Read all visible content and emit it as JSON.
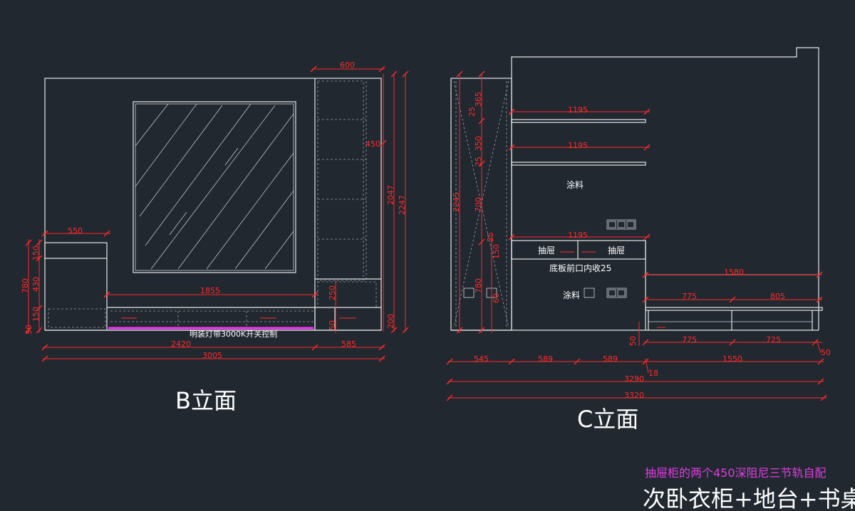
{
  "colors": {
    "background": "#212830",
    "line": "#e6e6e6",
    "dimension": "#ff2a2a",
    "note_magenta": "#e23ce2",
    "led_strip": "#ff33ff"
  },
  "b_elevation": {
    "title": "B立面",
    "led_note": "明装灯带3000K开关控制",
    "dims": {
      "top_600": "600",
      "shelf_450": "450",
      "h_2047": "2047",
      "h_2247": "2247",
      "w_550": "550",
      "v_150": "150",
      "v_430": "430",
      "v_780": "780",
      "v_150b": "150",
      "v_50": "50",
      "w_1855": "1855",
      "v_250": "250",
      "v_200": "200",
      "v_50b": "50",
      "w_2420": "2420",
      "w_585": "585",
      "w_3005": "3005"
    }
  },
  "c_elevation": {
    "title": "C立面",
    "labels": {
      "paint_top": "涂料",
      "drawer_left": "抽屉",
      "drawer_right": "抽屉",
      "bottom_note": "底板前口内收25",
      "paint_low": "涂料"
    },
    "dims": {
      "shelf_1195_a": "1195",
      "shelf_1195_b": "1195",
      "shelf_1195_c": "1195",
      "v_25": "25",
      "v_365": "365",
      "v_350": "350",
      "v_25b": "25",
      "v_2245": "2245",
      "v_700": "700",
      "v_25c": "25",
      "v_150": "150",
      "v_780": "780",
      "v_60": "60",
      "w_1580": "1580",
      "w_775_top": "775",
      "w_805": "805",
      "w_775_bot": "775",
      "w_725": "725",
      "v_50_left": "50",
      "v_50_right": "50",
      "w_545": "545",
      "w_589_a": "589",
      "w_589_b": "589",
      "w_1550": "1550",
      "v_18": "18",
      "w_3290": "3290",
      "w_3320": "3320"
    }
  },
  "footer": {
    "note": "抽屉柜的两个450深阻尼三节轨自配",
    "drawing_title": "次卧衣柜+地台+书桌"
  }
}
